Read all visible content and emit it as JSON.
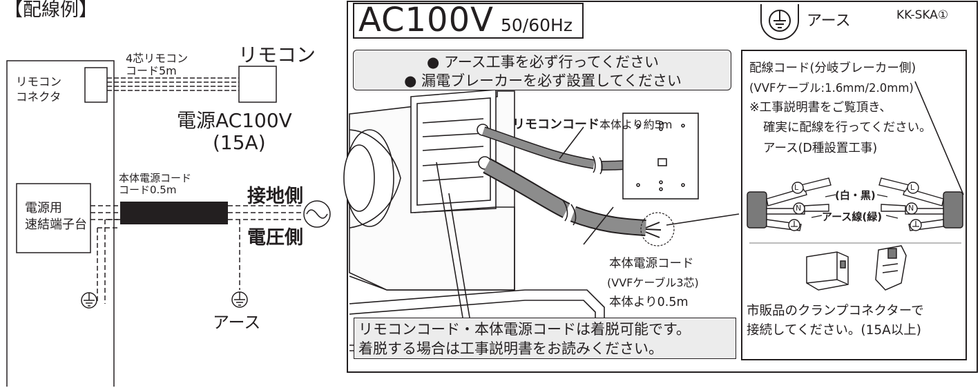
{
  "left_diagram": {
    "section_title": "【配線例】",
    "remote_connector": "リモコン\nコネクタ",
    "remote_cable": "4芯リモコン\nコード5m",
    "remote_label": "リモコン",
    "power_label": "電源AC100V",
    "power_amp": "(15A)",
    "body_cord": "本体電源コード\nコード0.5m",
    "terminal_block": "電源用\n速結端子台",
    "ground_side": "接地側",
    "voltage_side": "電圧側",
    "earth": "アース"
  },
  "right_panel": {
    "title_main": "AC100V",
    "title_sub": "50/60Hz",
    "earth_label": "アース",
    "model_code": "KK-SKA①",
    "warnings": [
      "● アース工事を必ず行ってください",
      "● 漏電ブレーカーを必ず設置してください"
    ],
    "remote_cord_bold": "リモコンコード",
    "remote_cord_rest": "本体より約5m",
    "body_power_cord": [
      "本体電源コード",
      "(VVFケーブル3芯)",
      "本体より0.5m"
    ],
    "bottom_notice": [
      "リモコンコード・本体電源コードは着脱可能です。",
      "着脱する場合は工事説明書をお読みください。"
    ],
    "wiring_box": {
      "lines": [
        "配線コード(分岐ブレーカー側)",
        "(VVFケーブル:1.6mm/2.0mm)",
        "※工事説明書をご覧頂き、",
        "確実に配線を行ってください。",
        "アース(D種設置工事)"
      ],
      "wire_white_black": "(白・黒)",
      "wire_earth": "アース線(緑)",
      "terminal_l": "L",
      "terminal_n": "N",
      "clamp_note": [
        "市販品のクランプコネクターで",
        "接続してください。(15A以上)"
      ]
    }
  },
  "colors": {
    "ink": "#231f20",
    "panel_gray": "#ececec",
    "cable_gray": "#8c8c8c",
    "cable_dark": "#4a4a4a"
  },
  "icons": [
    "earth-ground-icon",
    "ac-wave-icon",
    "clamp-connector-icon"
  ]
}
